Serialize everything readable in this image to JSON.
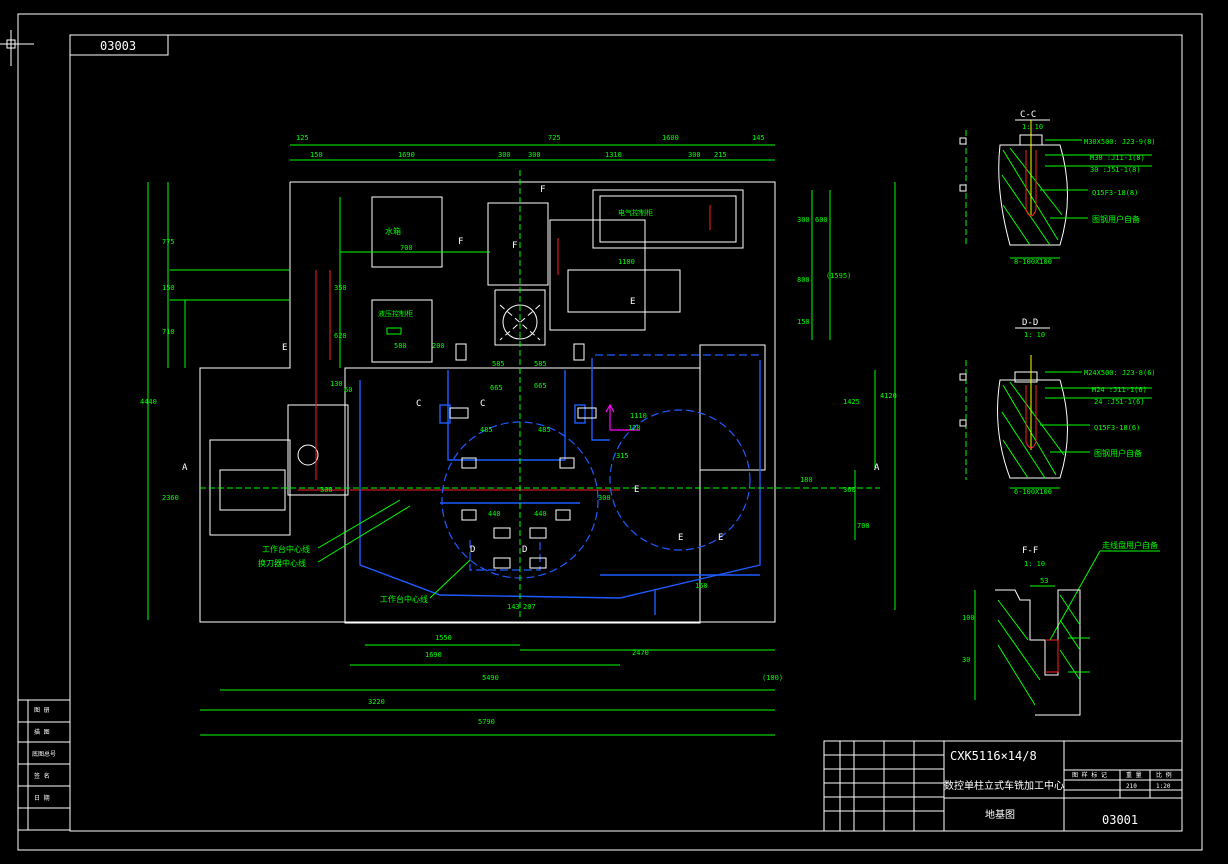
{
  "stamp": "03003",
  "sections": {
    "cc": {
      "title": "C-C",
      "scale": "1: 10",
      "bottom": "8-100X100",
      "notes": [
        "M30X500: J23-9(8)",
        "M30 :J11-1(8)",
        "30 :J51-1(8)",
        "Q15F3-18(8)",
        "图钢用户自备"
      ]
    },
    "dd": {
      "title": "D-D",
      "scale": "1: 10",
      "bottom": "6-100X100",
      "notes": [
        "M24X500: J23-8(6)",
        "M24 :J11-1(6)",
        "24 :J51-1(6)",
        "Q15F3-18(6)",
        "图钢用户自备"
      ]
    },
    "ff": {
      "title": "F-F",
      "scale": "1: 10",
      "note": "走线盘用户自备",
      "dim_top": "53",
      "dim_a": "100",
      "dim_b": "30"
    }
  },
  "plan": {
    "labels": {
      "water_tank": "水箱",
      "electric_cabinet": "电气控制柜",
      "hydraulic_cabinet": "液压控制柜",
      "table_center": "工作台中心线",
      "tool_changer_center": "换刀器中心线",
      "table_center_2": "工作台中心线"
    },
    "dims_top": [
      "125",
      "150",
      "1690",
      "300",
      "300",
      "1310",
      "300",
      "215",
      "725",
      "1600",
      "145"
    ],
    "dims_left": [
      "775",
      "150",
      "710",
      "2360",
      "4440"
    ],
    "dims_right": [
      "300",
      "600",
      "800",
      "(1595)",
      "150",
      "1425",
      "4120",
      "180",
      "360",
      "700"
    ],
    "dims_bottom": [
      "1550",
      "1690",
      "2470",
      "5490",
      "3220",
      "5790",
      "(100)"
    ],
    "dims_inner": [
      "700",
      "1100",
      "585",
      "585",
      "665",
      "665",
      "485",
      "485",
      "440",
      "440",
      "580",
      "200",
      "620",
      "350",
      "130",
      "60",
      "300",
      "300",
      "315",
      "120",
      "143",
      "207",
      "150",
      "1110"
    ],
    "section_marks": [
      "A",
      "A",
      "C",
      "C",
      "D",
      "D",
      "E",
      "E",
      "E",
      "E",
      "E",
      "F",
      "F",
      "F"
    ]
  },
  "title_block": {
    "model": "CXK5116×14/8",
    "name": "数控单柱立式车铣加工中心",
    "drawing": "地基图",
    "number": "03001",
    "small_cells": [
      "图 样 标 记",
      "重 量",
      "比 例",
      "210",
      "1:20"
    ]
  },
  "left_strip": [
    "图 册",
    "描 图",
    "底图总号",
    "签 名",
    "日 期"
  ]
}
